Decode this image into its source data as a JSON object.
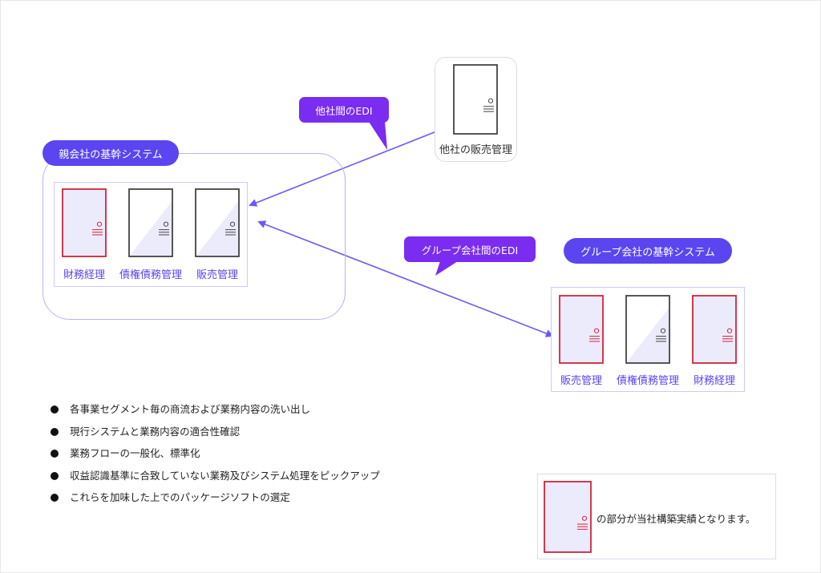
{
  "parent_system": {
    "title": "親会社の基幹システム",
    "modules": [
      {
        "label": "財務経理",
        "highlight": true
      },
      {
        "label": "債権債務管理",
        "highlight": false
      },
      {
        "label": "販売管理",
        "highlight": false
      }
    ]
  },
  "other_company": {
    "label": "他社の販売管理"
  },
  "group_system": {
    "title": "グループ会社の基幹システム",
    "modules": [
      {
        "label": "販売管理",
        "highlight": true
      },
      {
        "label": "債権債務管理",
        "highlight": false
      },
      {
        "label": "財務経理",
        "highlight": true
      }
    ]
  },
  "connections": {
    "inter_company_edi": "他社間のEDI",
    "group_edi": "グループ会社間のEDI"
  },
  "bullets": [
    "各事業セグメント毎の商流および業務内容の洗い出し",
    "現行システムと業務内容の適合性確認",
    "業務フローの一般化、標準化",
    "収益認識基準に合致していない業務及びシステム処理をピックアップ",
    "これらを加味した上でのパッケージソフトの選定"
  ],
  "legend": {
    "text": "の部分が当社構築実績となります。"
  },
  "colors": {
    "accent": "#5a45f0",
    "callout": "#7a2cf0",
    "highlight_border": "#d0243a",
    "normal_border": "#444444",
    "door_fill": "#ecebfb"
  }
}
